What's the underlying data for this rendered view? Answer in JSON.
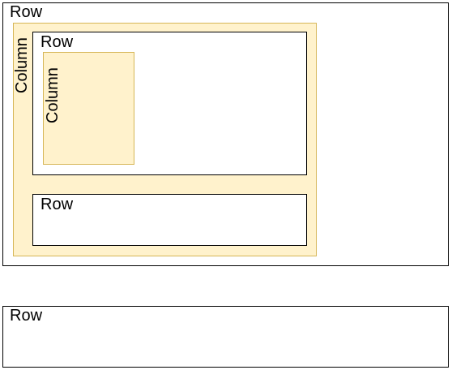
{
  "diagram": {
    "outer_row": {
      "label": "Row"
    },
    "outer_column": {
      "label": "Column"
    },
    "inner_row_top": {
      "label": "Row"
    },
    "inner_column": {
      "label": "Column"
    },
    "inner_row_bottom": {
      "label": "Row"
    },
    "bottom_row": {
      "label": "Row"
    }
  },
  "colors": {
    "row_border": "#000000",
    "row_fill": "#ffffff",
    "column_border": "#d6b656",
    "column_fill": "#fff2cc"
  }
}
